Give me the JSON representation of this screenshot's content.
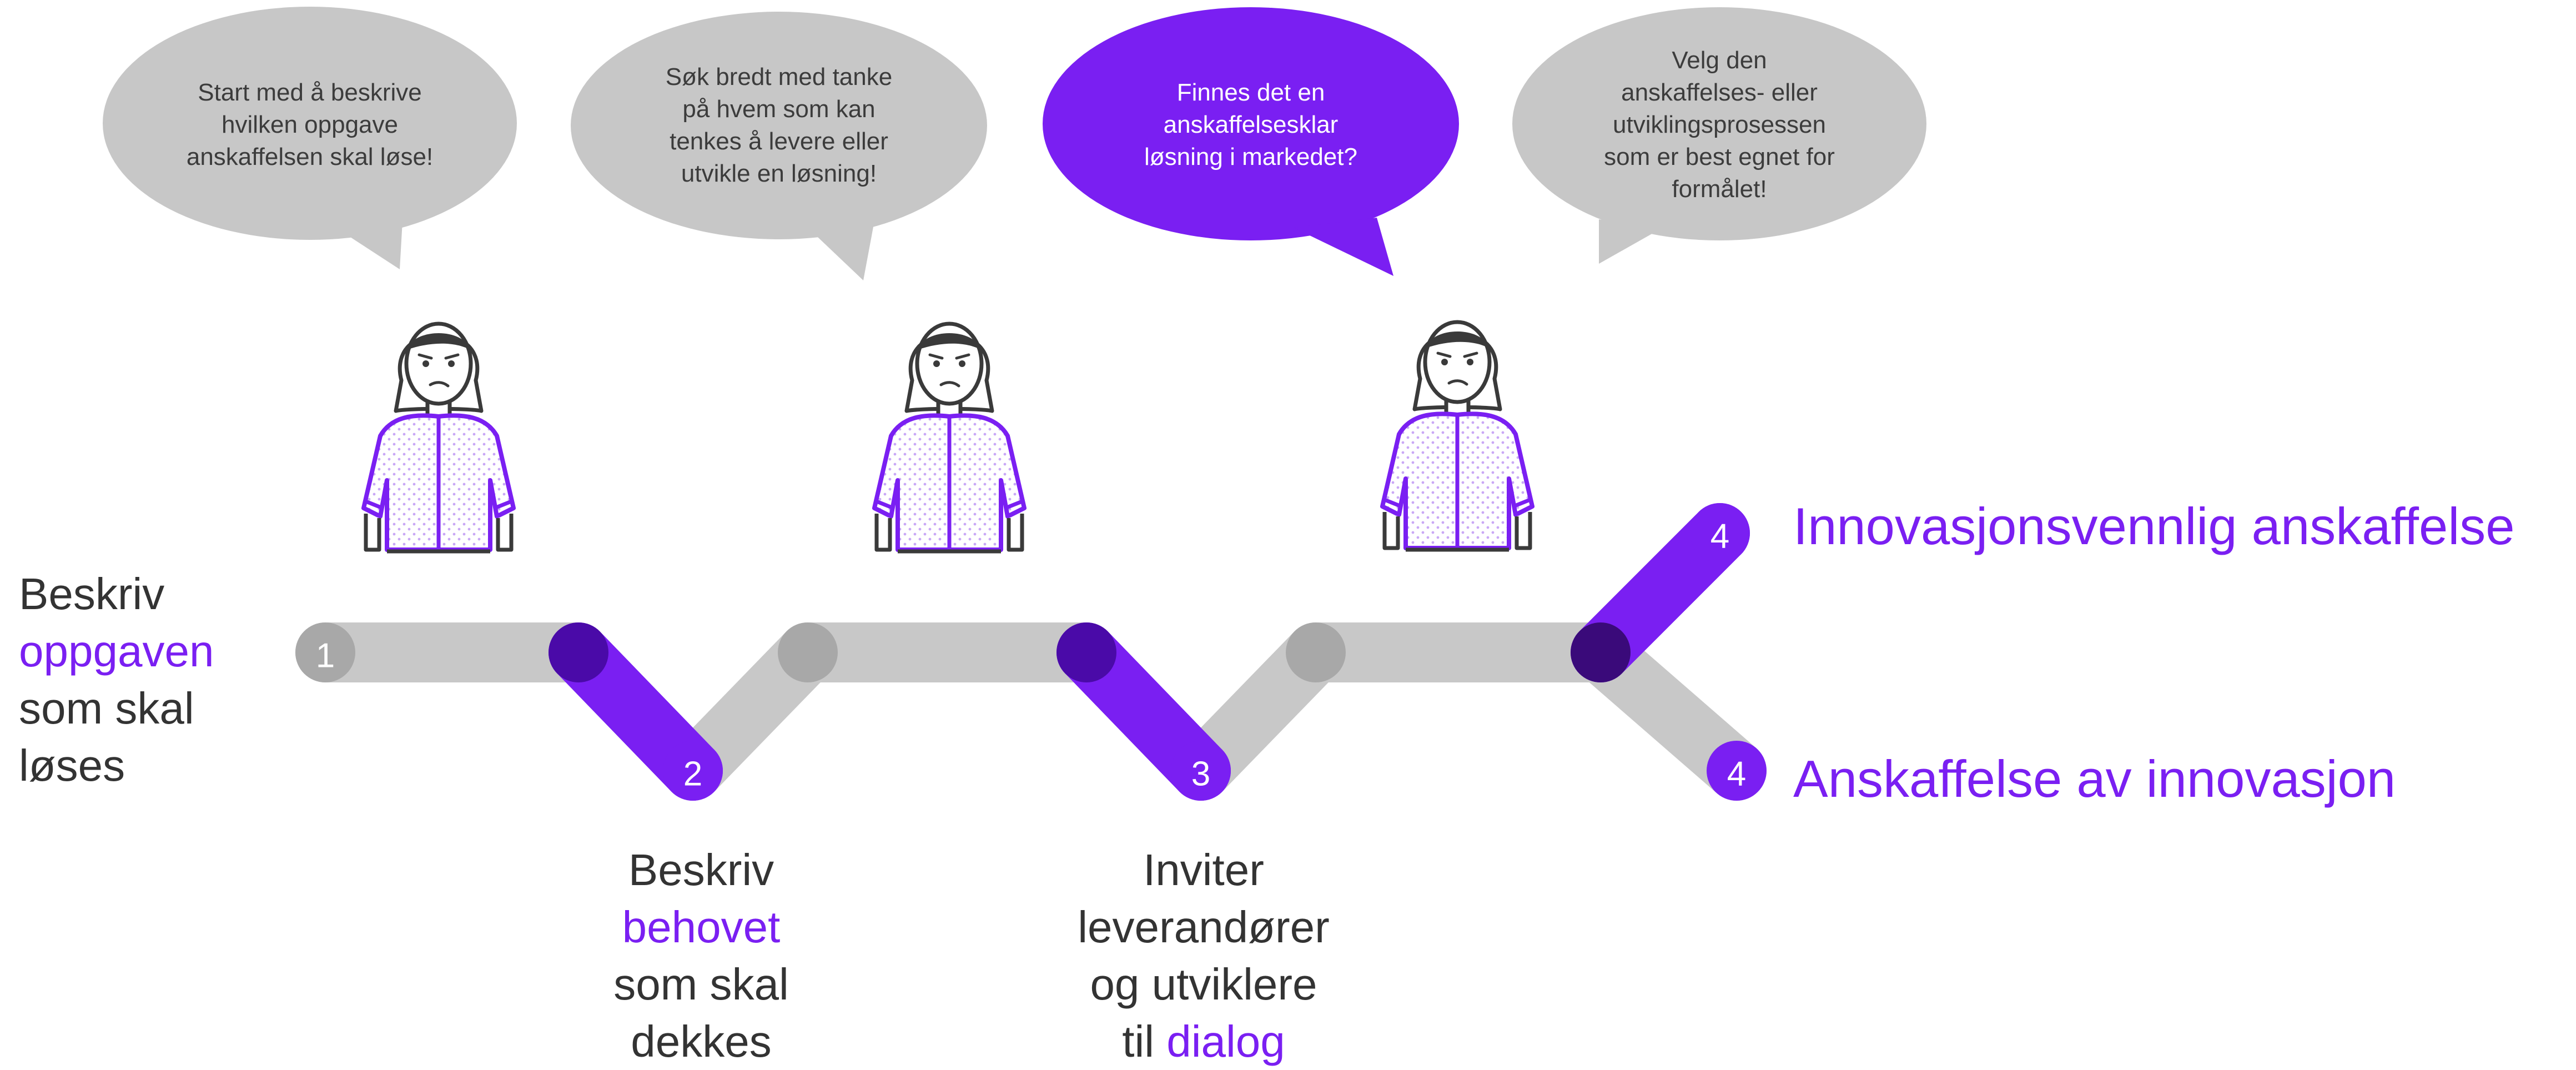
{
  "colors": {
    "accent": "#7a1ff2",
    "accent_dark": "#4a0aa8",
    "gray_track": "#c8c8c8",
    "gray_node": "#a8a8a8",
    "bubble_gray": "#c7c7c7",
    "text_dark": "#333333"
  },
  "bubbles": [
    {
      "text": "Start med å beskrive\nhvilken oppgave\nanskaffelsen skal løse!",
      "style": "gray"
    },
    {
      "text": "Søk bredt med tanke\npå hvem som kan\ntenkes å levere eller\nutvikle en løsning!",
      "style": "gray"
    },
    {
      "text": "Finnes det en\nanskaffelsesklar\nløsning i markedet?",
      "style": "purple"
    },
    {
      "text": "Velg den\nanskaffelses- eller\nutviklingsprosessen\nsom er best egnet for\nformålet!",
      "style": "gray"
    }
  ],
  "steps": {
    "one": {
      "number": "1",
      "line1": "Beskriv",
      "accent": "oppgaven",
      "line3": "som skal",
      "line4": "løses"
    },
    "two": {
      "number": "2",
      "line1": "Beskriv",
      "accent": "behovet",
      "line3": "som skal",
      "line4": "dekkes"
    },
    "three": {
      "number": "3",
      "line1": "Inviter",
      "line2": "leverandører",
      "line3": "og utviklere",
      "prefix": "til ",
      "accent": "dialog"
    }
  },
  "outcomes": [
    {
      "number": "4",
      "label": "Innovasjonsvennlig anskaffelse"
    },
    {
      "number": "4",
      "label": "Anskaffelse av innovasjon"
    }
  ]
}
